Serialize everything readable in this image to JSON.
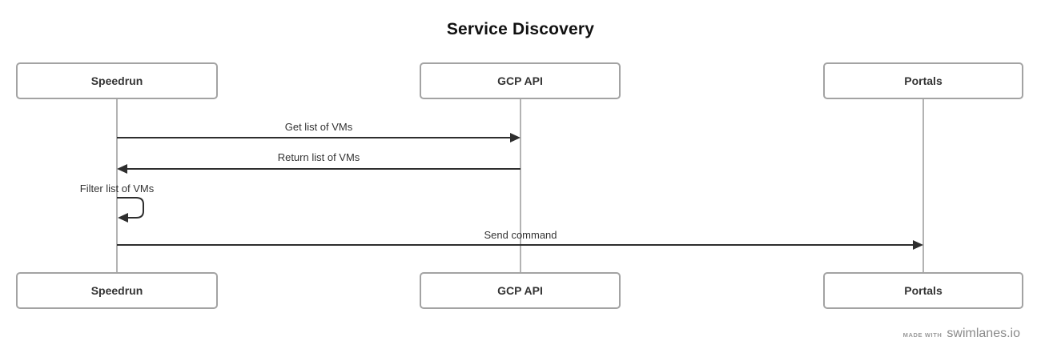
{
  "title": "Service Discovery",
  "actors": [
    {
      "name": "Speedrun"
    },
    {
      "name": "GCP API"
    },
    {
      "name": "Portals"
    }
  ],
  "messages": [
    {
      "label": "Get list of VMs",
      "from": "Speedrun",
      "to": "GCP API",
      "direction": "right"
    },
    {
      "label": "Return list of VMs",
      "from": "GCP API",
      "to": "Speedrun",
      "direction": "left"
    },
    {
      "label": "Filter list of VMs",
      "from": "Speedrun",
      "to": "Speedrun",
      "direction": "self"
    },
    {
      "label": "Send command",
      "from": "Speedrun",
      "to": "Portals",
      "direction": "right"
    }
  ],
  "footer": {
    "made_with_label": "MADE WITH",
    "brand": "swimlanes.io"
  },
  "colors": {
    "arrow": "#2e2e2e",
    "lifeline": "#b3b3b3",
    "box_border": "#a3a3a3",
    "text": "#333333",
    "title_text": "#111111",
    "footer_text": "#8a8a8a"
  }
}
